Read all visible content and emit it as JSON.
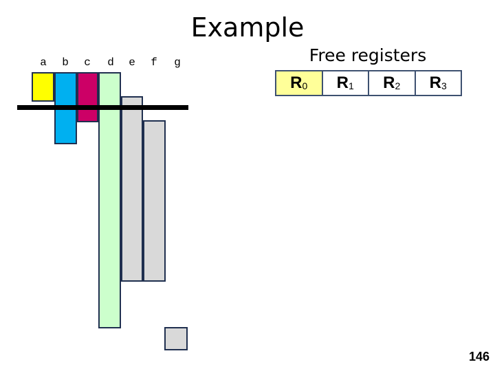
{
  "title": "Example",
  "variables": [
    "a",
    "b",
    "c",
    "d",
    "e",
    "f",
    "g"
  ],
  "free_registers": {
    "title": "Free registers",
    "registers": [
      {
        "name": "R",
        "sub": "0",
        "color": "#ffff99"
      },
      {
        "name": "R",
        "sub": "1",
        "color": "#ffffff"
      },
      {
        "name": "R",
        "sub": "2",
        "color": "#ffffff"
      },
      {
        "name": "R",
        "sub": "3",
        "color": "#ffffff"
      }
    ]
  },
  "interval_colors": {
    "a": "#ffff00",
    "b": "#00b0f0",
    "c": "#cc0066",
    "d": "#ccffcc",
    "e": "#d9d9d9",
    "f": "#d9d9d9",
    "g": "#d9d9d9"
  },
  "page_number": "146"
}
